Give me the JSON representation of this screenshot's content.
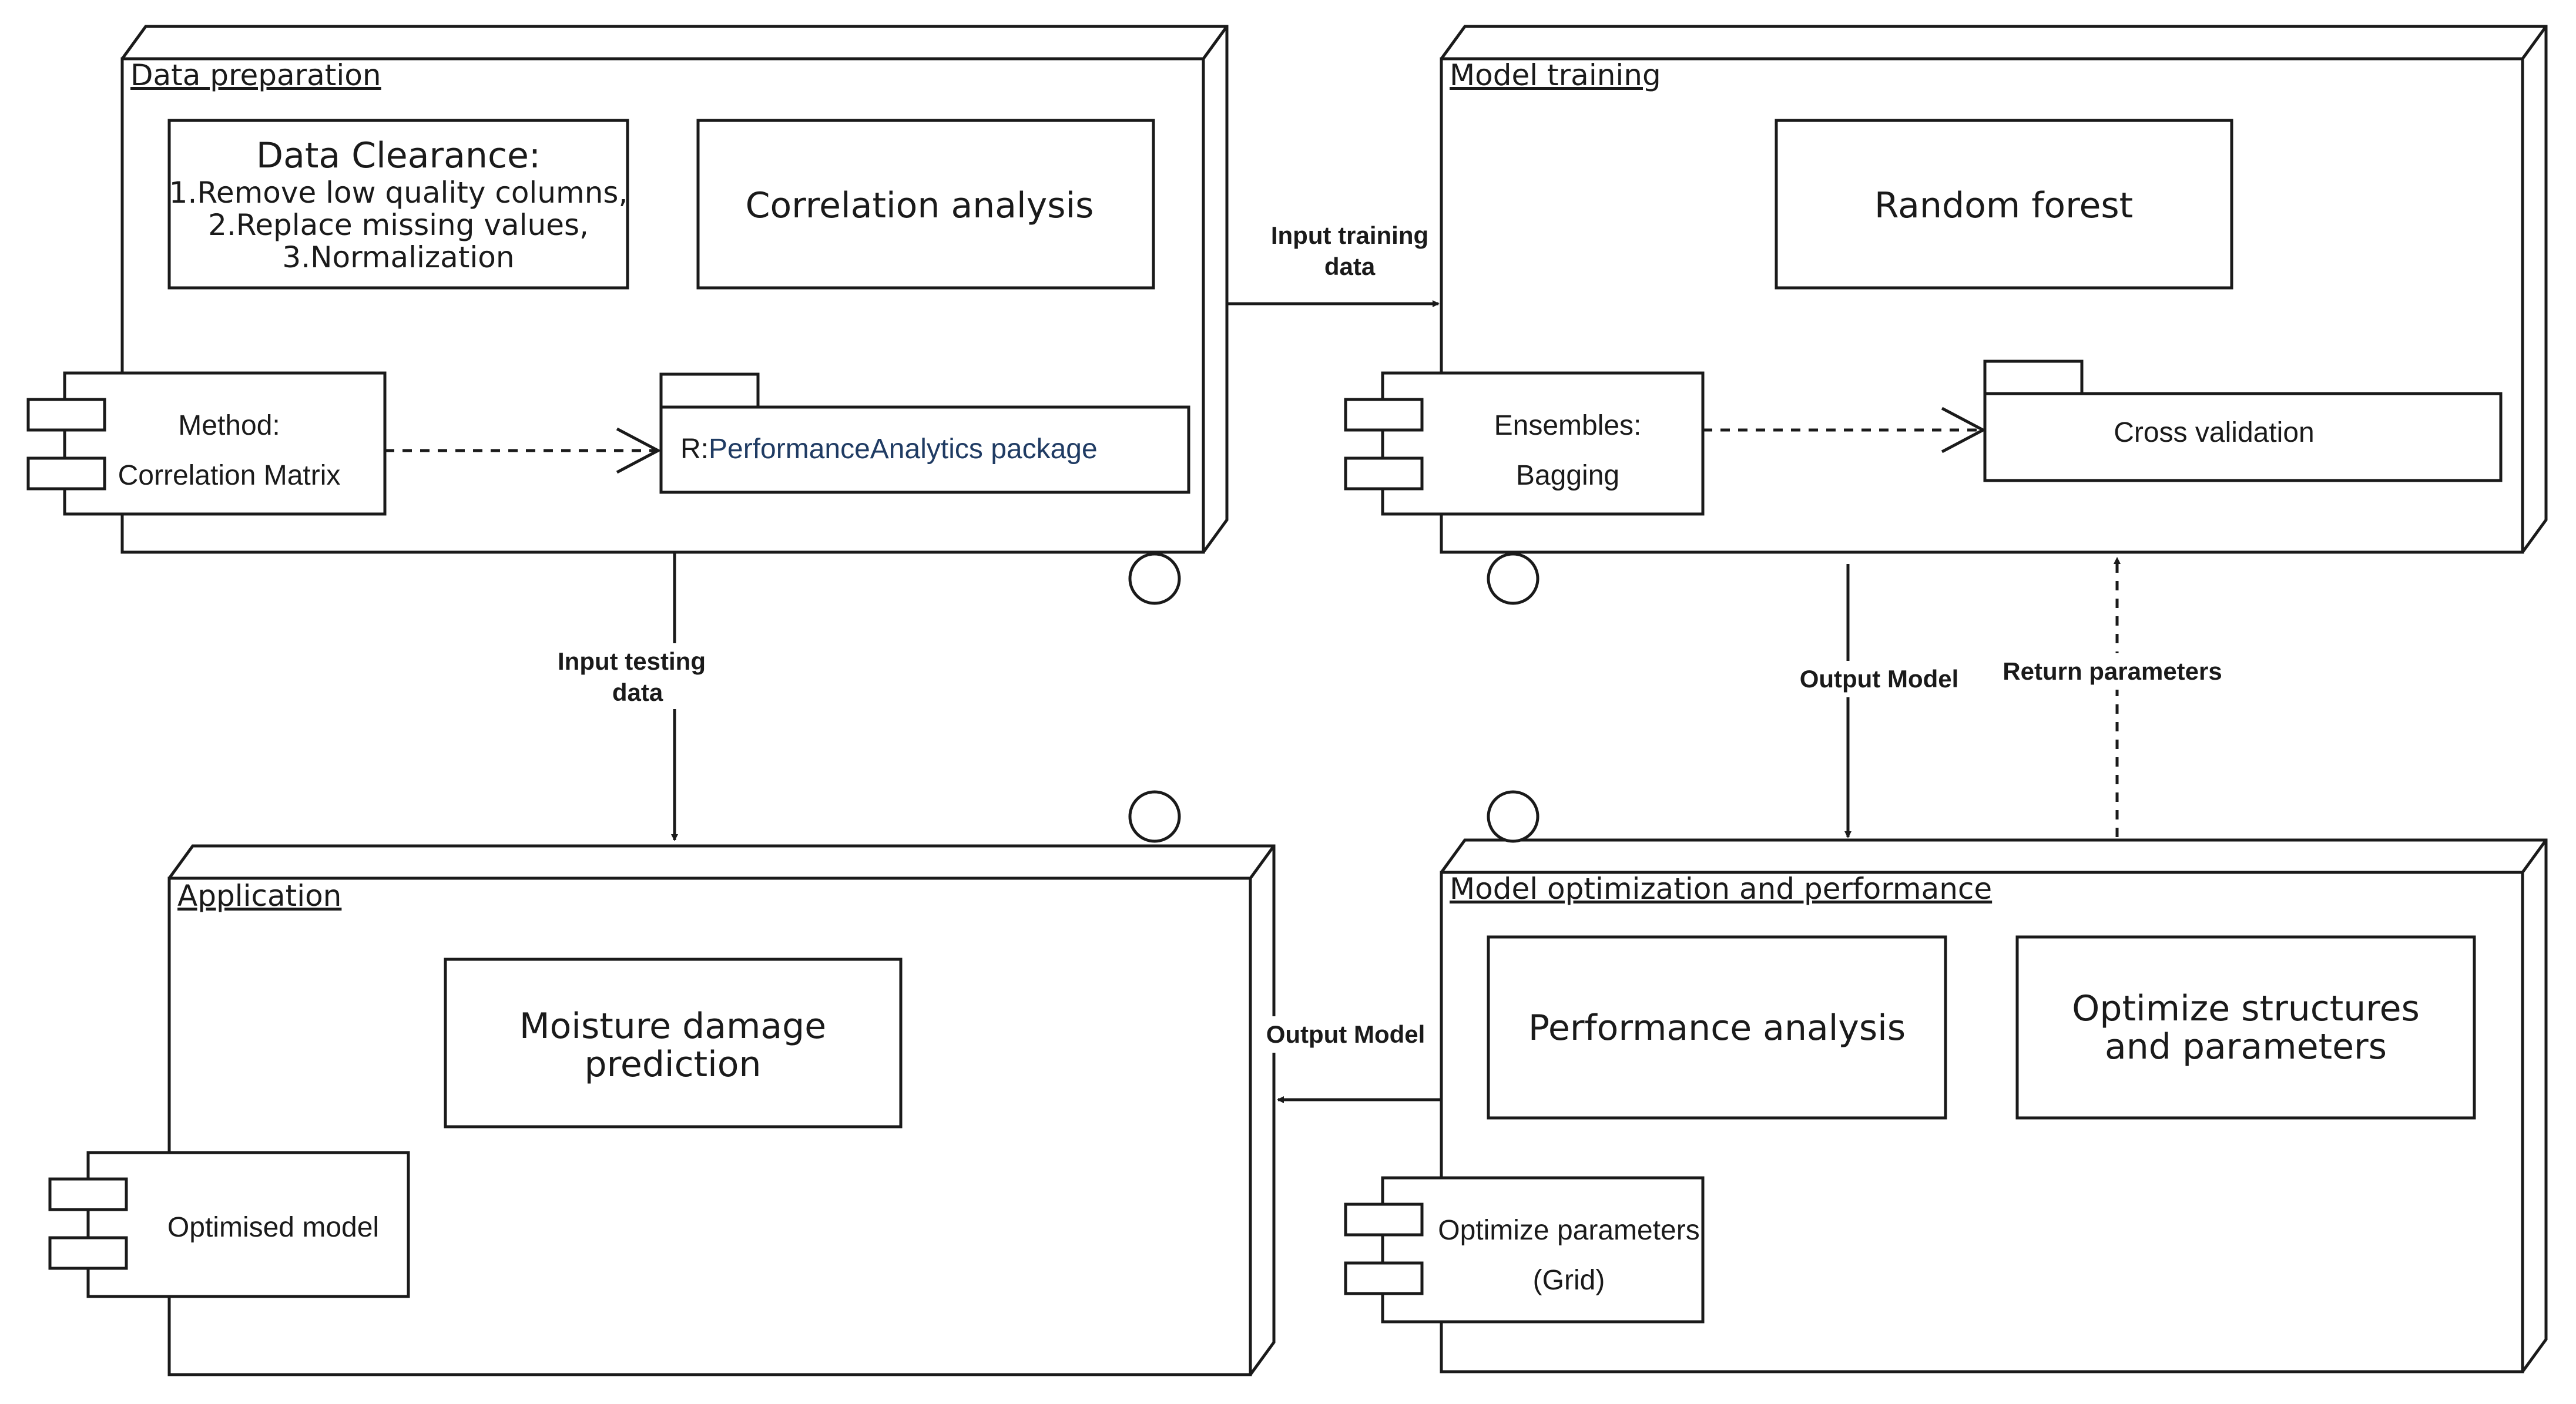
{
  "nodes": {
    "data_preparation": {
      "title": "Data preparation",
      "clearance": {
        "heading": "Data Clearance:",
        "line1": "1.Remove low quality columns,",
        "line2": "2.Replace missing values,",
        "line3": "3.Normalization"
      },
      "correlation_box": "Correlation analysis",
      "method_component": {
        "line1": "Method:",
        "line2": "Correlation Matrix"
      },
      "package": {
        "prefix": "R:",
        "name": "PerformanceAnalytics package"
      }
    },
    "model_training": {
      "title": "Model training",
      "random_forest": "Random forest",
      "ensembles_component": {
        "line1": "Ensembles:",
        "line2": "Bagging"
      },
      "package": "Cross validation"
    },
    "application": {
      "title": "Application",
      "prediction_box": {
        "line1": "Moisture damage",
        "line2": "prediction"
      },
      "optimised_component": "Optimised model"
    },
    "model_optimization": {
      "title": "Model optimization and performance ",
      "performance_box": "Performance analysis",
      "optimize_box": {
        "line1": "Optimize structures",
        "line2": "and parameters"
      },
      "grid_component": {
        "line1": "Optimize parameters",
        "line2": "(Grid)"
      }
    }
  },
  "edges": {
    "input_training": {
      "line1": "Input training",
      "line2": "data"
    },
    "input_testing": {
      "line1": "Input testing",
      "line2": "data"
    },
    "output_model_down": "Output Model",
    "return_parameters": "Return parameters",
    "output_model_left": "Output Model"
  },
  "colors": {
    "line": "#1a1a1a",
    "package_text": "#1f3b63",
    "background": "#ffffff"
  }
}
